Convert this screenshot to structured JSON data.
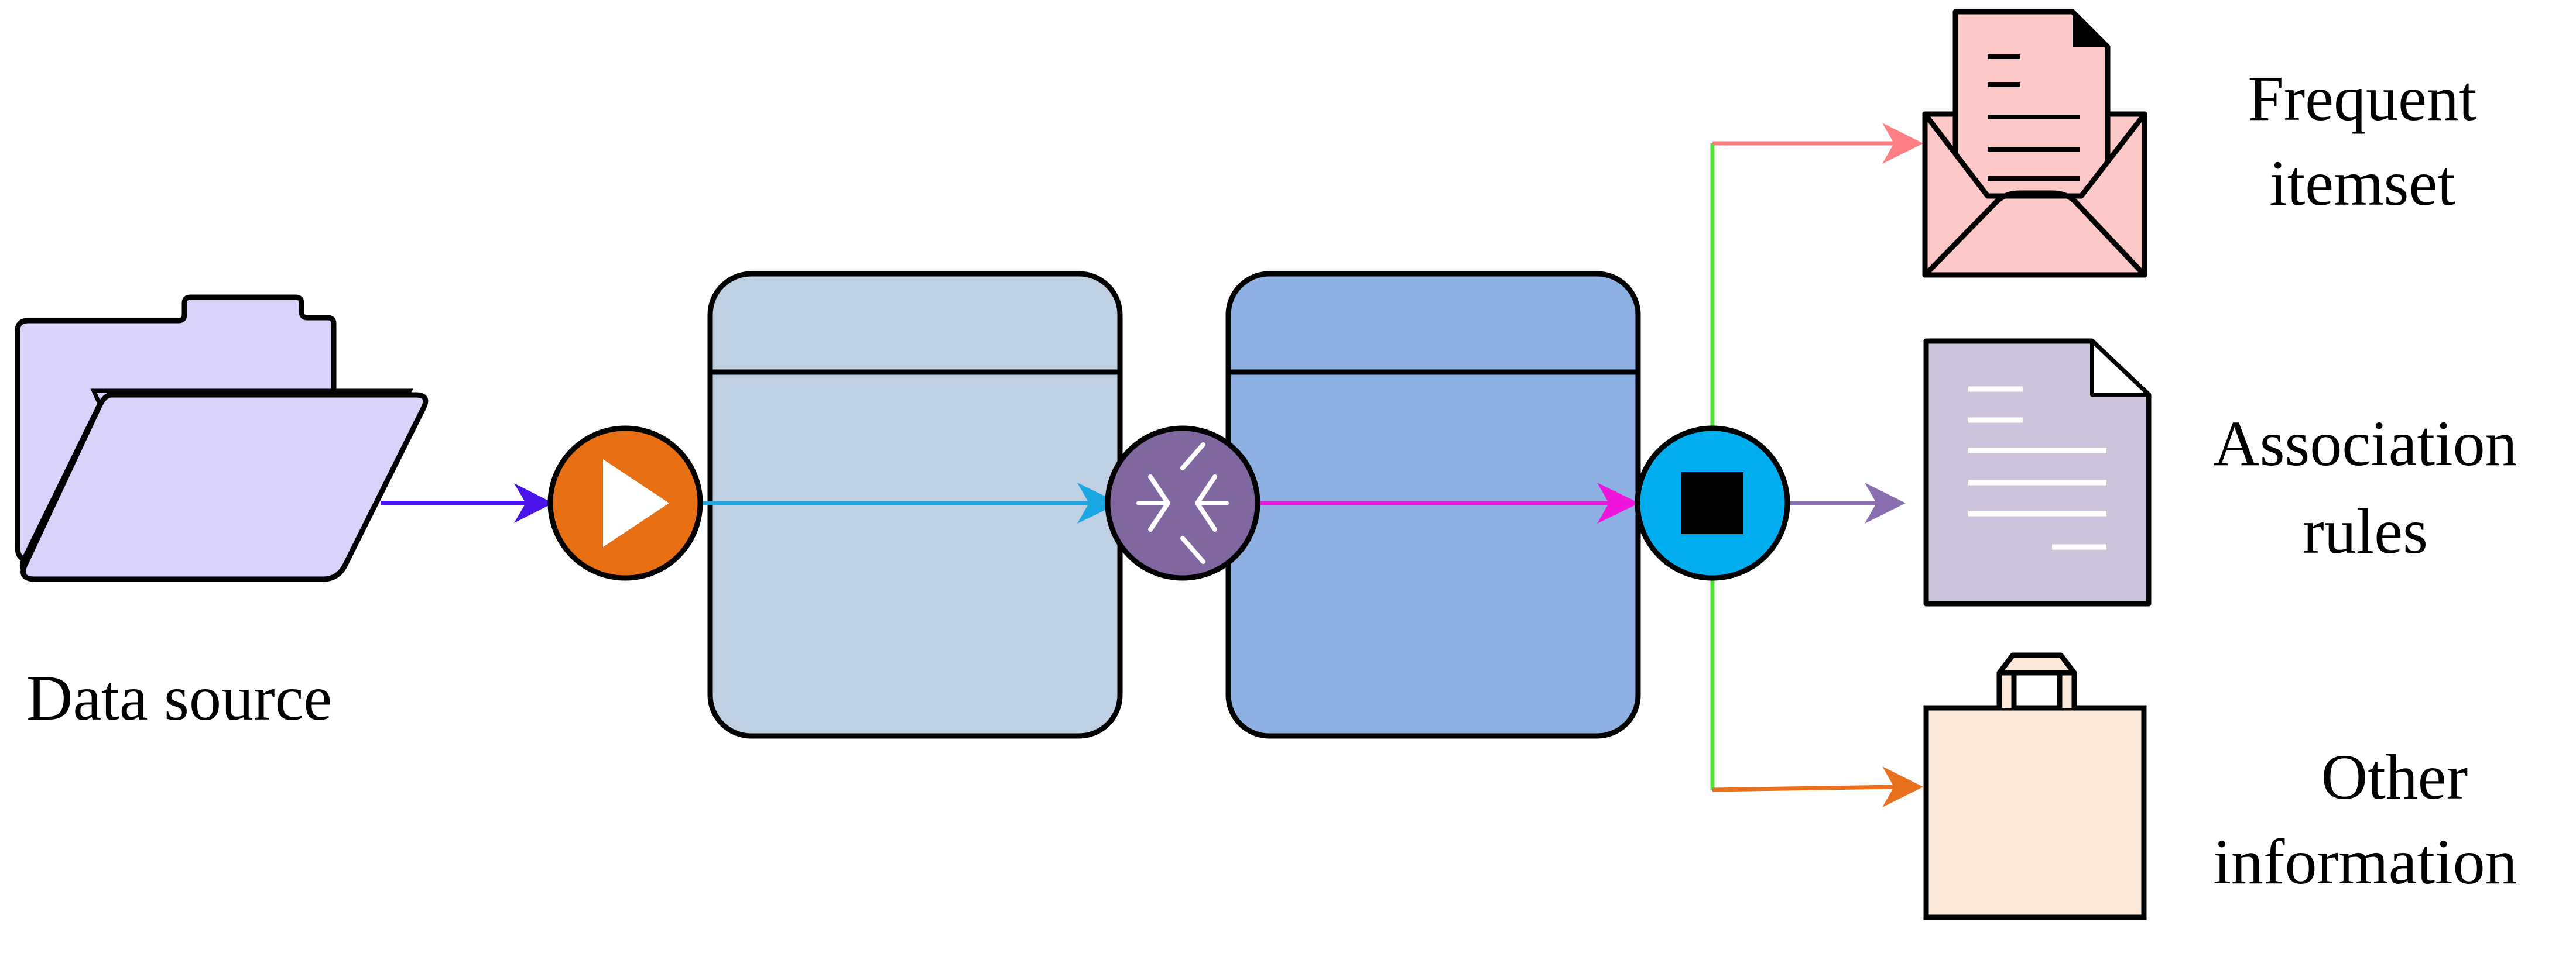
{
  "labels": {
    "data_source": "Data source",
    "frequent_itemset_line1": "Frequent",
    "frequent_itemset_line2": "itemset",
    "association_rules_line1": "Association",
    "association_rules_line2": "rules",
    "other_information_line1": "Other",
    "other_information_line2": "information"
  },
  "colors": {
    "folder_fill": "#d9d2fb",
    "panel_light": "#c0d0e3",
    "panel_dark": "#8eb1e3",
    "start_node": "#e96f15",
    "merge_node": "#8067a0",
    "stop_node": "#00adee",
    "envelope_fill": "#fdc8c8",
    "document_fill": "#cdc4dc",
    "bag_fill": "#fce8d9",
    "arrow_source": "#4a13e9",
    "arrow_panel1": "#1aa7e3",
    "arrow_panel2": "#ef15dd",
    "arrow_frequent": "#ff7f85",
    "arrow_rules": "#8a6fb0",
    "arrow_other": "#e8701f",
    "branch_lines": "#55e03c"
  },
  "icons": {
    "source": "folder-icon",
    "start": "play-icon",
    "merge": "merge-icon",
    "stop": "stop-icon",
    "frequent": "envelope-letter-icon",
    "rules": "document-icon",
    "other": "shopping-bag-icon"
  }
}
